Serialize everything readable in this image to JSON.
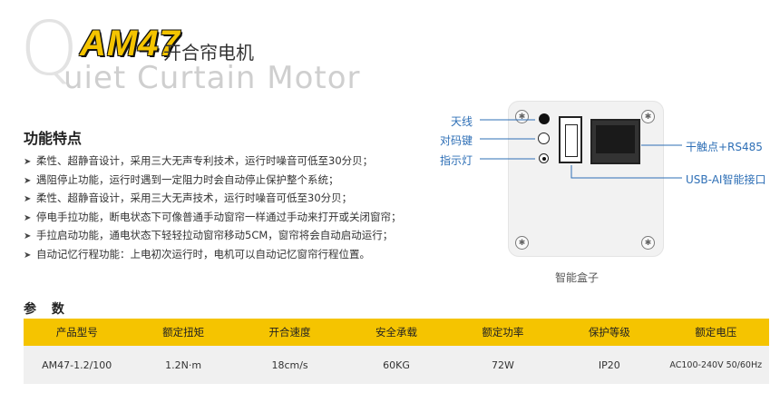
{
  "header": {
    "big_letter": "Q",
    "model": "AM47",
    "model_cn": "开合帘电机",
    "subtitle": "uiet Curtain Motor"
  },
  "features": {
    "title": "功能特点",
    "items": [
      "柔性、超静音设计，采用三大无声专利技术，运行时噪音可低至30分贝；",
      "遇阻停止功能，运行时遇到一定阻力时会自动停止保护整个系统；",
      "柔性、超静音设计，采用三大无声技术，运行时噪音可低至30分贝；",
      "停电手拉功能，断电状态下可像普通手动窗帘一样通过手动来打开或关闭窗帘；",
      "手拉启动功能，通电状态下轻轻拉动窗帘移动5CM，窗帘将会自动启动运行；",
      "自动记忆行程功能：上电初次运行时，电机可以自动记忆窗帘行程位置。"
    ]
  },
  "device": {
    "caption": "智能盒子",
    "labels_left": [
      "天线",
      "对码键",
      "指示灯"
    ],
    "labels_right": [
      "干触点+RS485",
      "USB-AI智能接口"
    ],
    "callout_color": "#2e6fb6"
  },
  "params": {
    "title": "参 数",
    "headers": [
      "产品型号",
      "额定扭矩",
      "开合速度",
      "安全承载",
      "额定功率",
      "保护等级",
      "额定电压"
    ],
    "row": [
      "AM47-1.2/100",
      "1.2N·m",
      "18cm/s",
      "60KG",
      "72W",
      "IP20",
      "AC100-240V 50/60Hz"
    ],
    "header_color": "#f5c400"
  }
}
